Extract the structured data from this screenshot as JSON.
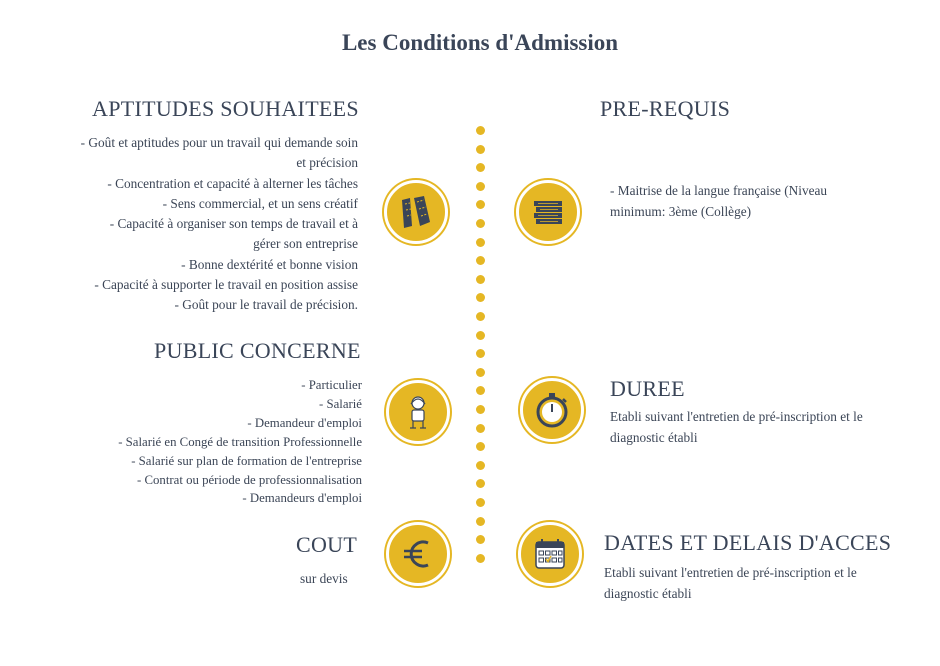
{
  "title": "Les Conditions d'Admission",
  "colors": {
    "accent": "#e5b724",
    "text": "#3a4558"
  },
  "aptitudes": {
    "heading": "APTITUDES SOUHAITEES",
    "items": [
      "- Goût et aptitudes pour un travail qui demande soin",
      "et précision",
      "- Concentration et capacité à alterner les tâches",
      "- Sens commercial, et un sens créatif",
      "- Capacité à organiser son temps de travail et à",
      "gérer son entreprise",
      "- Bonne dextérité et bonne vision",
      "- Capacité à supporter le travail en position assise",
      "- Goût pour le travail de précision."
    ],
    "icon": "fabric-patterns-icon"
  },
  "prerequis": {
    "heading": "PRE-REQUIS",
    "text": "- Maitrise de la langue française (Niveau minimum: 3ème (Collège)",
    "icon": "books-icon"
  },
  "public": {
    "heading": "PUBLIC CONCERNE",
    "items": [
      "- Particulier",
      "- Salarié",
      "- Demandeur d'emploi",
      "- Salarié en Congé de transition Professionnelle",
      "- Salarié sur plan de formation de l'entreprise",
      "- Contrat ou période de professionnalisation",
      "- Demandeurs d'emploi"
    ],
    "icon": "person-icon"
  },
  "duree": {
    "heading": "DUREE",
    "text": "Etabli suivant l'entretien de pré-inscription et le diagnostic établi",
    "icon": "stopwatch-icon"
  },
  "cout": {
    "heading": "COUT",
    "text": "sur devis",
    "icon": "euro-icon"
  },
  "dates": {
    "heading": "DATES ET DELAIS D'ACCES",
    "text": "Etabli suivant l'entretien de pré-inscription et le diagnostic établi",
    "icon": "calendar-icon"
  }
}
